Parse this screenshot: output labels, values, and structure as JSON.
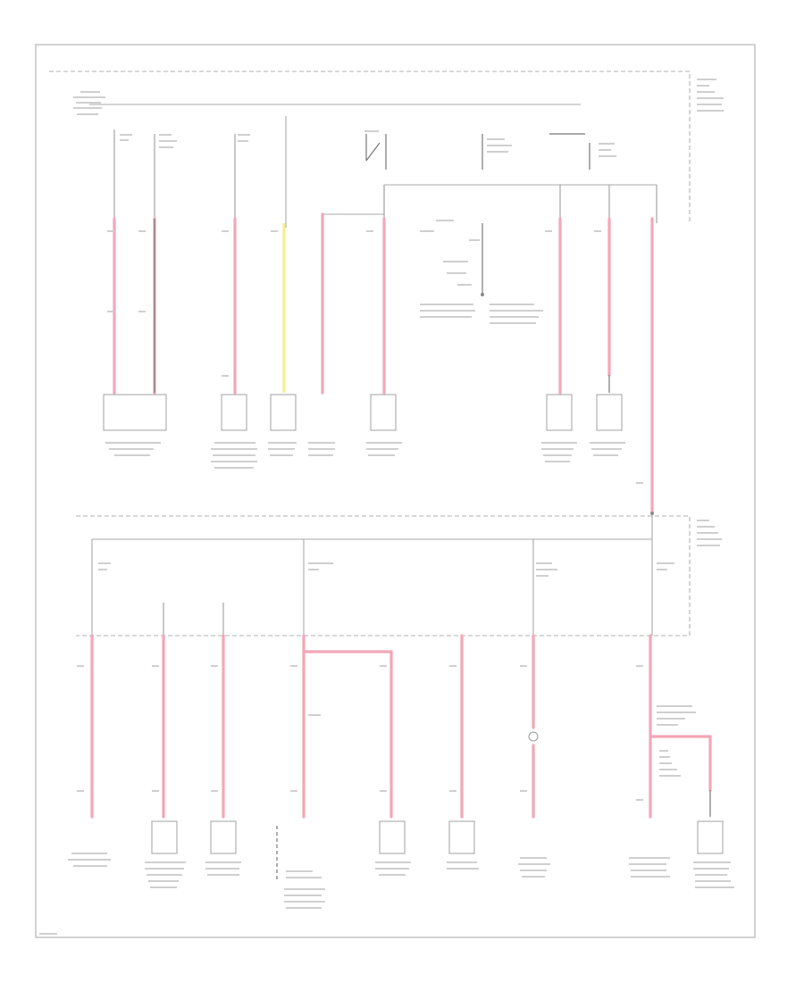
{
  "diagram": {
    "fuses": [
      {
        "id": "fuse-1"
      },
      {
        "id": "fuse-2"
      },
      {
        "id": "fuse-3"
      },
      {
        "id": "fuse-4"
      },
      {
        "id": "fuse-5"
      },
      {
        "id": "fuse-6"
      },
      {
        "id": "fuse-7"
      },
      {
        "id": "fuse-8"
      }
    ],
    "components_top": [
      {
        "id": "component-a"
      },
      {
        "id": "component-b"
      },
      {
        "id": "component-c"
      },
      {
        "id": "component-d"
      },
      {
        "id": "component-e"
      },
      {
        "id": "component-f"
      },
      {
        "id": "component-g"
      }
    ],
    "components_bottom": [
      {
        "id": "component-h"
      },
      {
        "id": "component-i"
      },
      {
        "id": "component-j"
      },
      {
        "id": "component-k"
      },
      {
        "id": "component-l"
      },
      {
        "id": "component-m"
      }
    ],
    "colors": {
      "wire_pink": "#f4a6b8",
      "wire_yellow": "#f6f08a",
      "frame": "#b5b5b5"
    }
  }
}
